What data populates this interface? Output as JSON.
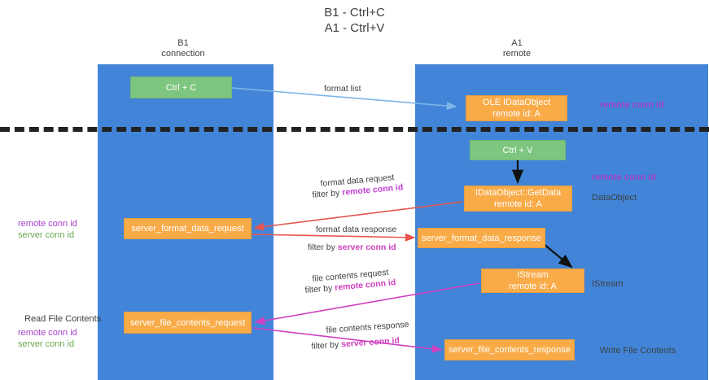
{
  "title": {
    "line1": "B1 - Ctrl+C",
    "line2": "A1 - Ctrl+V"
  },
  "lanes": [
    {
      "id": "b1",
      "name": "B1",
      "role": "connection"
    },
    {
      "id": "a1",
      "name": "A1",
      "role": "remote"
    }
  ],
  "nodes": {
    "ctrl_c": {
      "label": "Ctrl + C",
      "color": "#7dc67f"
    },
    "idataobject": {
      "label": "OLE IDataObject",
      "sub": "remote id: A",
      "color": "#f9ab48"
    },
    "ctrl_v": {
      "label": "Ctrl + V",
      "color": "#7dc67f"
    },
    "getdata": {
      "label": "IDataObject::GetData",
      "sub": "remote id: A",
      "color": "#f9ab48"
    },
    "server_format_data_request": {
      "label": "server_format_data_request",
      "color": "#f9ab48"
    },
    "server_format_data_response": {
      "label": "server_format_data_response",
      "color": "#f9ab48"
    },
    "istream": {
      "label": "IStream",
      "sub": "remote id: A",
      "color": "#f9ab48"
    },
    "server_file_contents_request": {
      "label": "server_file_contents_request",
      "color": "#f9ab48"
    },
    "server_file_contents_response": {
      "label": "server_file_contents_response",
      "color": "#f9ab48"
    }
  },
  "edge_labels": {
    "format_list": "format list",
    "format_data_request": "format data request",
    "format_data_request_filter_prefix": "filter by ",
    "format_data_request_filter_key": "remote conn id",
    "format_data_response": "format data response",
    "format_data_response_filter_prefix": "filter by ",
    "format_data_response_filter_key": "server conn id",
    "file_contents_request": "file contents request",
    "file_contents_request_filter_prefix": "filter by ",
    "file_contents_request_filter_key": "remote conn id",
    "file_contents_response": "file contents response",
    "file_contents_response_filter_prefix": "filter by ",
    "file_contents_response_filter_key": "server conn id"
  },
  "annotations": {
    "remote_conn_id_top": "remote conn id",
    "remote_conn_id_mid": "remote conn id",
    "dataobject": "DataObject",
    "istream": "IStream",
    "write_file_contents": "Write File Contents",
    "read_file_contents": "Read File Contents",
    "left_remote_conn_id_1": "remote conn id",
    "left_server_conn_id_1": "server conn id",
    "left_remote_conn_id_2": "remote conn id",
    "left_server_conn_id_2": "server conn id"
  },
  "colors": {
    "lane": "#4285d8",
    "green_node": "#7dc67f",
    "orange_node": "#f9ab48",
    "purple": "#a340c8",
    "green_text": "#6aa84f",
    "magenta": "#cf3fbf",
    "red_arrow": "#e8554e",
    "blue_arrow": "#7cb6e8",
    "black_arrow": "#111111"
  }
}
